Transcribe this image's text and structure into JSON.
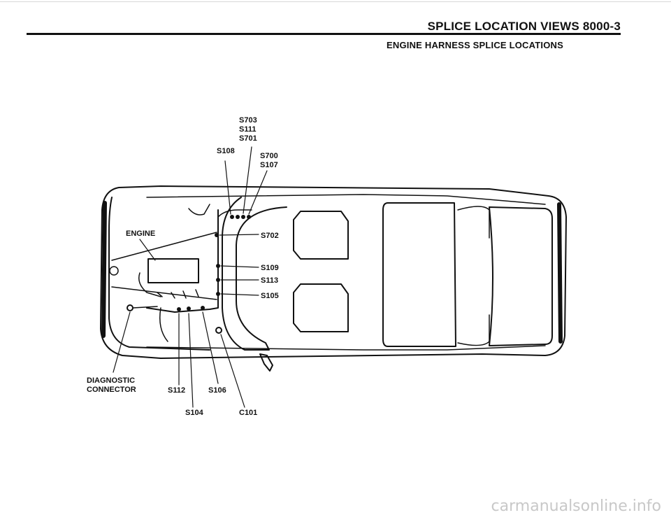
{
  "header": {
    "title": "SPLICE LOCATION VIEWS   8000-3",
    "subtitle": "ENGINE HARNESS SPLICE LOCATIONS"
  },
  "labels": {
    "s703": "S703",
    "s111": "S111",
    "s701": "S701",
    "s108": "S108",
    "s700": "S700",
    "s107": "S107",
    "engine": "ENGINE",
    "s702": "S702",
    "s109": "S109",
    "s113": "S113",
    "s105": "S105",
    "diag1": "DIAGNOSTIC",
    "diag2": "CONNECTOR",
    "s112": "S112",
    "s106": "S106",
    "s104": "S104",
    "c101": "C101"
  },
  "watermark": "carmanualsonline.info"
}
